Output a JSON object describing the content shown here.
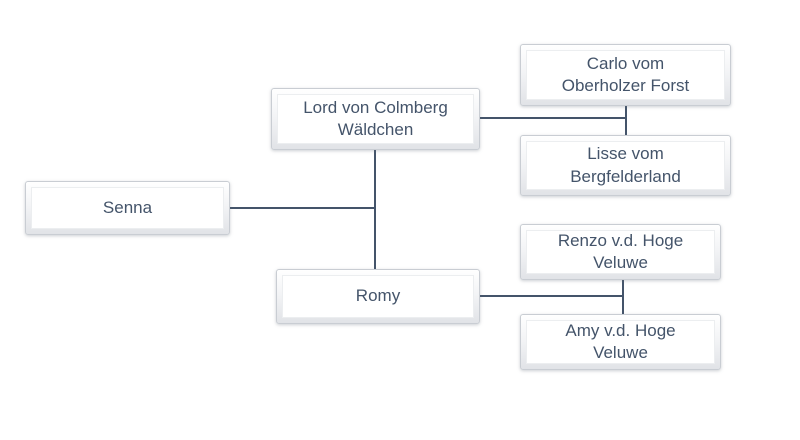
{
  "diagram": {
    "kind": "pedigree-tree",
    "text_color": "#44546A",
    "line_color": "#44546A",
    "nodes": [
      {
        "id": "senna",
        "label": "Senna"
      },
      {
        "id": "lord",
        "label": "Lord von Colmberg\nWäldchen"
      },
      {
        "id": "romy",
        "label": "Romy"
      },
      {
        "id": "carlo",
        "label": "Carlo vom\nOberholzer Forst"
      },
      {
        "id": "lisse",
        "label": "Lisse vom\nBergfelderland"
      },
      {
        "id": "renzo",
        "label": "Renzo v.d. Hoge\nVeluwe"
      },
      {
        "id": "amy",
        "label": "Amy v.d. Hoge\nVeluwe"
      }
    ],
    "edges": [
      {
        "from": "senna",
        "to": [
          "lord",
          "romy"
        ]
      },
      {
        "from": "lord",
        "to": [
          "carlo",
          "lisse"
        ]
      },
      {
        "from": "romy",
        "to": [
          "renzo",
          "amy"
        ]
      }
    ]
  }
}
